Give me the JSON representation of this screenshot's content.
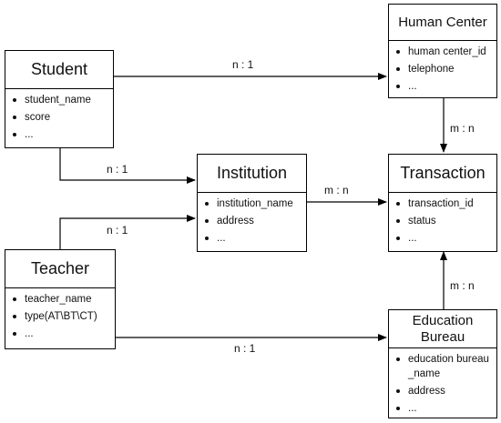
{
  "entities": {
    "human_center": {
      "title": "Human Center",
      "attributes": [
        "human center_id",
        "telephone",
        "..."
      ]
    },
    "student": {
      "title": "Student",
      "attributes": [
        "student_name",
        "score",
        "..."
      ]
    },
    "institution": {
      "title": "Institution",
      "attributes": [
        "institution_name",
        "address",
        "..."
      ]
    },
    "transaction": {
      "title": "Transaction",
      "attributes": [
        "transaction_id",
        "status",
        "..."
      ]
    },
    "teacher": {
      "title": "Teacher",
      "attributes": [
        "teacher_name",
        "type(AT\\BT\\CT)",
        "..."
      ]
    },
    "education_bureau": {
      "title": "Education\nBureau",
      "attributes": [
        "education bureau\n_name",
        "address",
        "..."
      ]
    }
  },
  "relationships": {
    "student_human_center": "n : 1",
    "human_center_transaction": "m : n",
    "student_institution": "n : 1",
    "institution_transaction": "m : n",
    "teacher_institution": "n : 1",
    "bureau_transaction": "m : n",
    "teacher_bureau": "n : 1"
  }
}
